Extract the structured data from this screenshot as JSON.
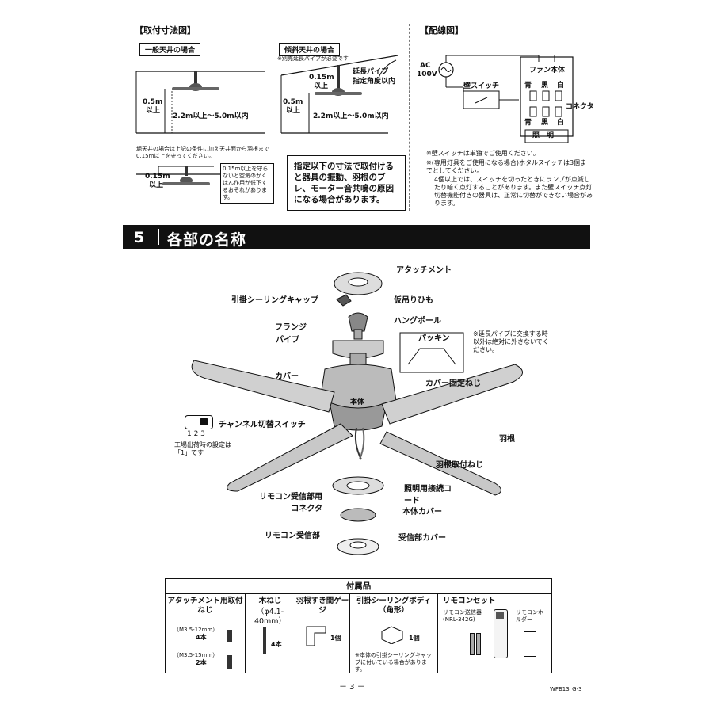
{
  "mount": {
    "title": "【取付寸法図】",
    "general_label": "一般天井の場合",
    "sloped_label": "傾斜天井の場合",
    "sloped_note": "※別売延長パイプが必要です",
    "ext_pipe": "延長パイプ",
    "angle": "指定角度以内",
    "dim_015": "0.15m",
    "dim_ijo": "以上",
    "dim_05": "0.5m",
    "height_range": "2.2m以上～5.0m以内",
    "beam_note": "堀天井の場合は上記の条件に加え天井面から羽根まで0.15m以上を守ってください。",
    "beam_warn": "0.15m以上を守らないと空気のかくはん作用が低下するおそれがあります。",
    "warning": "指定以下の寸法で取付けると器具の振動、羽根のブレ、モーター音共鳴の原因になる場合があります。"
  },
  "wiring": {
    "title": "【配線図】",
    "ac": "AC",
    "volt": "100V",
    "wall_switch": "壁スイッチ",
    "fan_body": "ファン本体",
    "blue": "青",
    "black": "黒",
    "white": "白",
    "connector": "コネクタ",
    "light": "照　明",
    "note1": "※壁スイッチは単独でご使用ください。",
    "note2": "※(専用灯具をご使用になる場合)ホタルスイッチは3個までとしてください。",
    "note3": "4個以上では、スイッチを切ったときにランプが点滅したり暗く点灯することがあります。また壁スイッチ点灯切替機能付きの器具は、正常に切替ができない場合があります。"
  },
  "section": {
    "num": "5",
    "title": "各部の名称"
  },
  "parts": {
    "attachment": "アタッチメント",
    "hook_cap": "引掛シーリングキャップ",
    "temp_cord": "仮吊りひも",
    "flange": "フランジ",
    "hang_pole": "ハングポール",
    "pipe": "パイプ",
    "packing": "パッキン",
    "packing_note": "※延長パイプに交換する時以外は絶対に外さないでください。",
    "cover": "カバー",
    "cover_screw": "カバー固定ねじ",
    "body": "本体",
    "channel": "チャンネル切替スイッチ",
    "switch_nums": "1 2 3",
    "factory": "工場出荷時の設定は「1」です",
    "blade": "羽根",
    "blade_screw": "羽根取付ねじ",
    "light_cord": "照明用接続コード",
    "remote_conn": "リモコン受信部用コネクタ",
    "body_cover": "本体カバー",
    "receiver": "リモコン受信部",
    "receiver_cover": "受信部カバー"
  },
  "accessories": {
    "title": "付属品",
    "c1_title": "アタッチメント用取付ねじ",
    "c1_spec1": "（M3.5-12mm）",
    "c1_qty1": "4本",
    "c1_spec2": "（M3.5-15mm）",
    "c1_qty2": "2本",
    "c2_title": "木ねじ",
    "c2_spec": "（φ4.1-40mm）",
    "c2_qty": "4本",
    "c3_title": "羽根すき間ゲージ",
    "c3_qty": "1個",
    "c4_title": "引掛シーリングボディ（角形）",
    "c4_qty": "1個",
    "c4_note": "※本体の引掛シーリングキャップに付いている場合があります。",
    "c5_title": "リモコンセット",
    "c5_tx": "リモコン送信器",
    "c5_model": "(NRL-342G)",
    "c5_holder": "リモコンホルダー"
  },
  "footer": {
    "page": "－ 3 －",
    "code": "WFB13_G-3"
  }
}
